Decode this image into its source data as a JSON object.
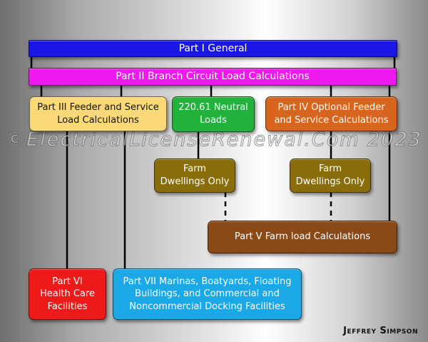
{
  "diagram": {
    "boxes": {
      "part1": "Part I General",
      "part2": "Part II Branch Circuit Load Calculations",
      "part3_line1": "Part III Feeder and Service",
      "part3_line2": "Load Calculations",
      "neutral_line1": "220.61 Neutral",
      "neutral_line2": "Loads",
      "part4_line1": "Part IV Optional Feeder",
      "part4_line2": "and Service Calculations",
      "farm_left_line1": "Farm",
      "farm_left_line2": "Dwellings Only",
      "farm_right_line1": "Farm",
      "farm_right_line2": "Dwellings Only",
      "part5": "Part V Farm load Calculations",
      "part6_line1": "Part VI",
      "part6_line2": "Health Care",
      "part6_line3": "Facilities",
      "part7_line1": "Part VII Marinas, Boatyards, Floating",
      "part7_line2": "Buildings, and Commercial and",
      "part7_line3": "Noncommercial Docking Facilities"
    },
    "colors": {
      "part1": "#1a17e6",
      "part2": "#ee19ee",
      "part3": "#fbd978",
      "neutral": "#22b23c",
      "part4": "#d8651d",
      "farm": "#8a6d0b",
      "part5": "#8a4a17",
      "part6": "#ee1a1a",
      "part7": "#1aa9e6"
    }
  },
  "watermark": "©ElectricalLicenseRenewal.Com 2023",
  "signature": "Jeffrey Simpson"
}
